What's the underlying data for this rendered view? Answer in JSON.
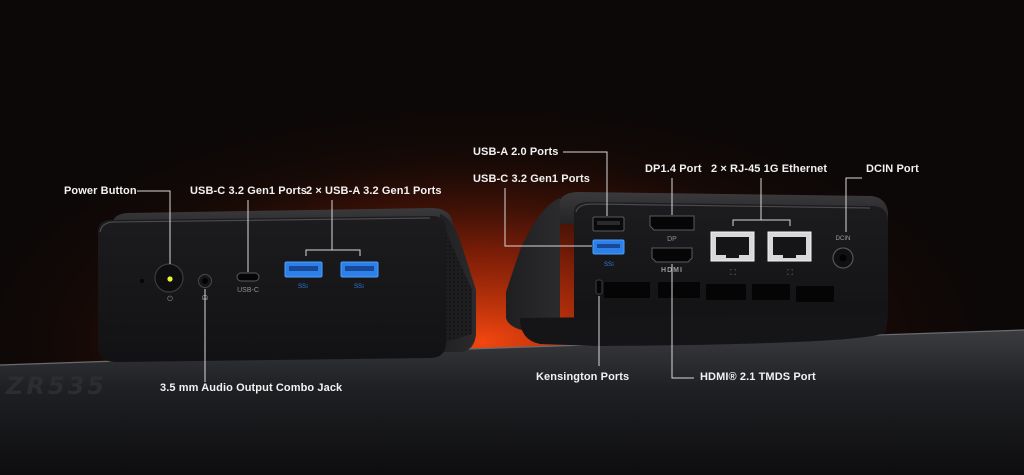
{
  "labels": {
    "power_button": "Power Button",
    "usbc_front": "USB-C 3.2 Gen1 Ports",
    "usba_front": "2 × USB-A 3.2 Gen1 Ports",
    "audio_jack": "3.5 mm Audio Output Combo Jack",
    "usba20": "USB-A 2.0 Ports",
    "usbc_rear": "USB-C 3.2 Gen1 Ports",
    "dp": "DP1.4 Port",
    "rj45": "2 × RJ-45 1G Ethernet",
    "dcin": "DCIN Port",
    "kensington": "Kensington Ports",
    "hdmi": "HDMI® 2.1 TMDS Port"
  },
  "device_markings": {
    "usbc": "USB-C",
    "dp": "DP",
    "hdmi": "HDMI",
    "dcin": "DCIN"
  },
  "watermark": "ZR535",
  "colors": {
    "background": "#0b0807",
    "glow": "#ff4a10",
    "device_body": "#1b1b1d",
    "usb3_blue": "#2f7fe8",
    "label_text": "#f2f2f2",
    "leader_line": "#d8d8d8"
  }
}
